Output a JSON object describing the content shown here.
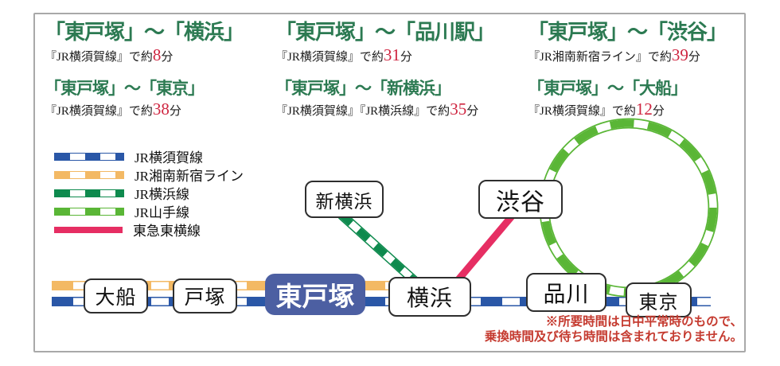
{
  "routes": [
    {
      "title": "「東戸塚」～「横浜」",
      "via": "『JR横須賀線』で約",
      "minutes": "8",
      "unit": "分"
    },
    {
      "title": "「東戸塚」～「東京」",
      "via": "『JR横須賀線』で約",
      "minutes": "38",
      "unit": "分"
    },
    {
      "title": "「東戸塚」～「品川駅」",
      "via": "『JR横須賀線』で約",
      "minutes": "31",
      "unit": "分"
    },
    {
      "title": "「東戸塚」～「新横浜」",
      "via": "『JR横須賀線』『JR横浜線』で約",
      "minutes": "35",
      "unit": "分"
    },
    {
      "title": "「東戸塚」～「渋谷」",
      "via": "『JR湘南新宿ライン』で約",
      "minutes": "39",
      "unit": "分"
    },
    {
      "title": "「東戸塚」～「大船」",
      "via": "『JR横須賀線』で約",
      "minutes": "12",
      "unit": "分"
    }
  ],
  "legend": {
    "items": [
      {
        "label": "JR横須賀線",
        "color": "#2a57a7",
        "style": "dashed"
      },
      {
        "label": "JR湘南新宿ライン",
        "color": "#f3b964",
        "style": "dashed"
      },
      {
        "label": "JR横浜線",
        "color": "#0e8a4e",
        "style": "dashed"
      },
      {
        "label": "JR山手線",
        "color": "#5ab636",
        "style": "dashed"
      },
      {
        "label": "東急東横線",
        "color": "#e62e63",
        "style": "solid"
      }
    ]
  },
  "map": {
    "stations": [
      {
        "name": "大船",
        "highlighted": false
      },
      {
        "name": "戸塚",
        "highlighted": false
      },
      {
        "name": "東戸塚",
        "highlighted": true
      },
      {
        "name": "横浜",
        "highlighted": false
      },
      {
        "name": "新横浜",
        "highlighted": false
      },
      {
        "name": "渋谷",
        "highlighted": false
      },
      {
        "name": "品川",
        "highlighted": false
      },
      {
        "name": "東京",
        "highlighted": false
      }
    ],
    "highlight_color": "#4c5fa2",
    "title_color": "#2c7a52",
    "minutes_color": "#cf2540"
  },
  "note": {
    "line1": "※所要時間は日中平常時のもので、",
    "line2": "乗換時間及び待ち時間は含まれておりません。",
    "color": "#c53b30"
  }
}
